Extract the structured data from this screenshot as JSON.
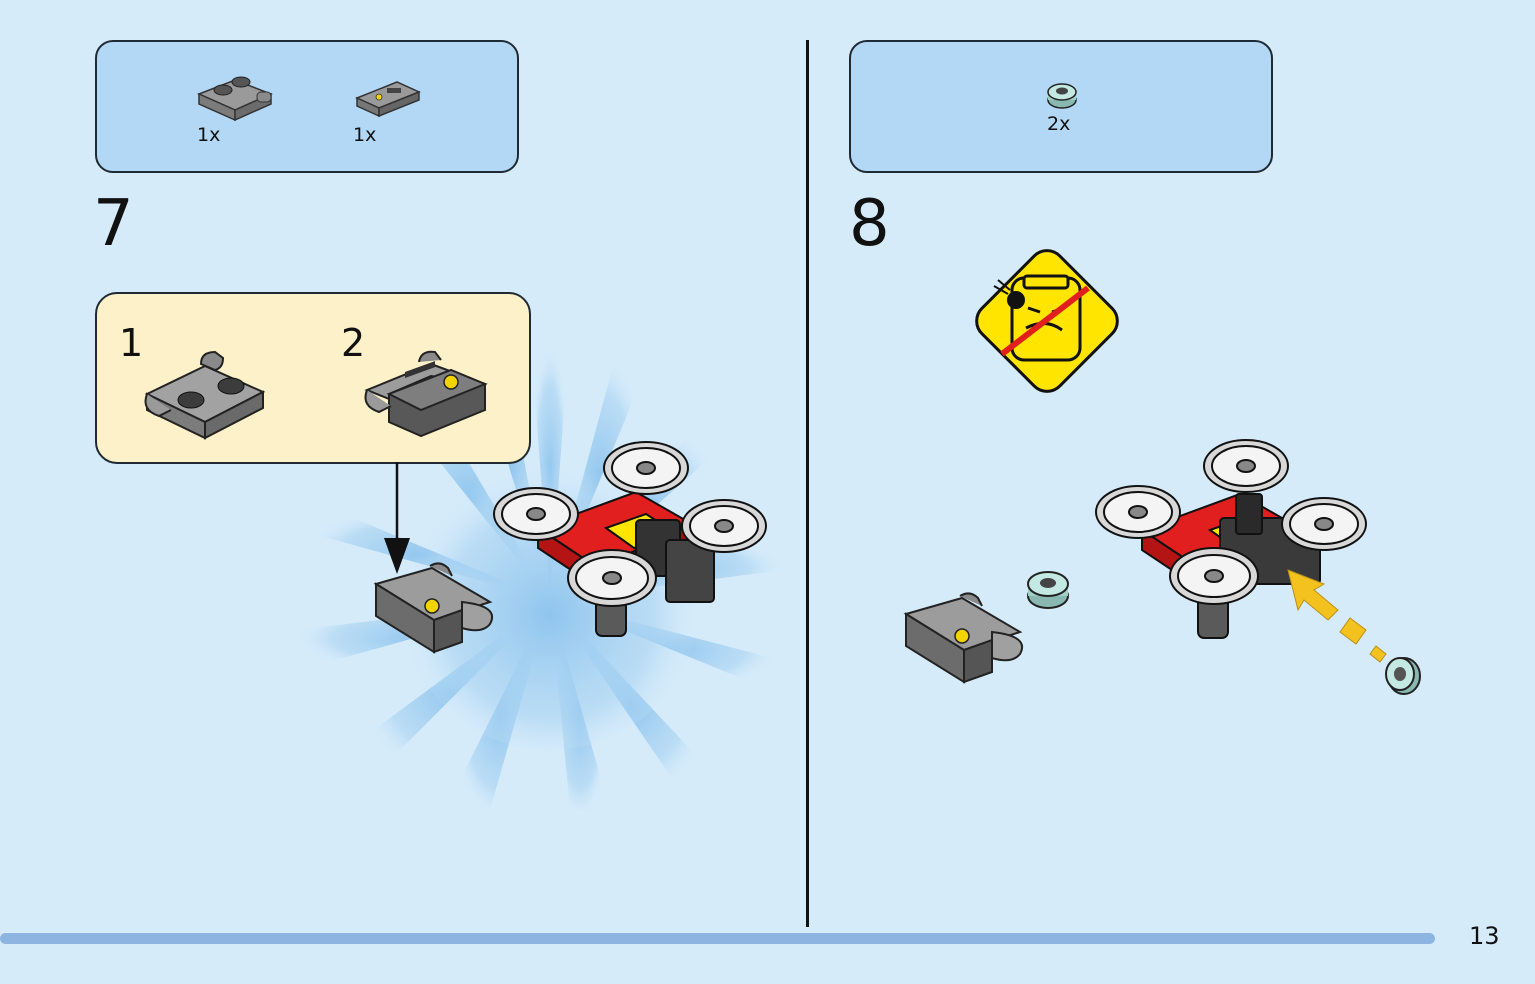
{
  "step7": {
    "number": "7",
    "parts": [
      {
        "qty": "1x",
        "icon": "plate-with-bar-icon"
      },
      {
        "qty": "1x",
        "icon": "printed-tile-icon"
      }
    ],
    "substeps": [
      {
        "number": "1",
        "icon": "plate-with-bar-icon"
      },
      {
        "number": "2",
        "icon": "control-panel-icon"
      }
    ]
  },
  "step8": {
    "number": "8",
    "parts": [
      {
        "qty": "2x",
        "icon": "round-stud-icon"
      }
    ],
    "warning_icon": "no-shooting-at-face-warning-icon"
  },
  "page": {
    "number": "13"
  },
  "colors": {
    "background": "#d5ebfa",
    "parts_box": "#b3d8f6",
    "callout": "#fcf1c9",
    "bottom_bar": "#8eb4e2",
    "warning_yellow": "#ffe500",
    "drone_red": "#d81e1e"
  }
}
